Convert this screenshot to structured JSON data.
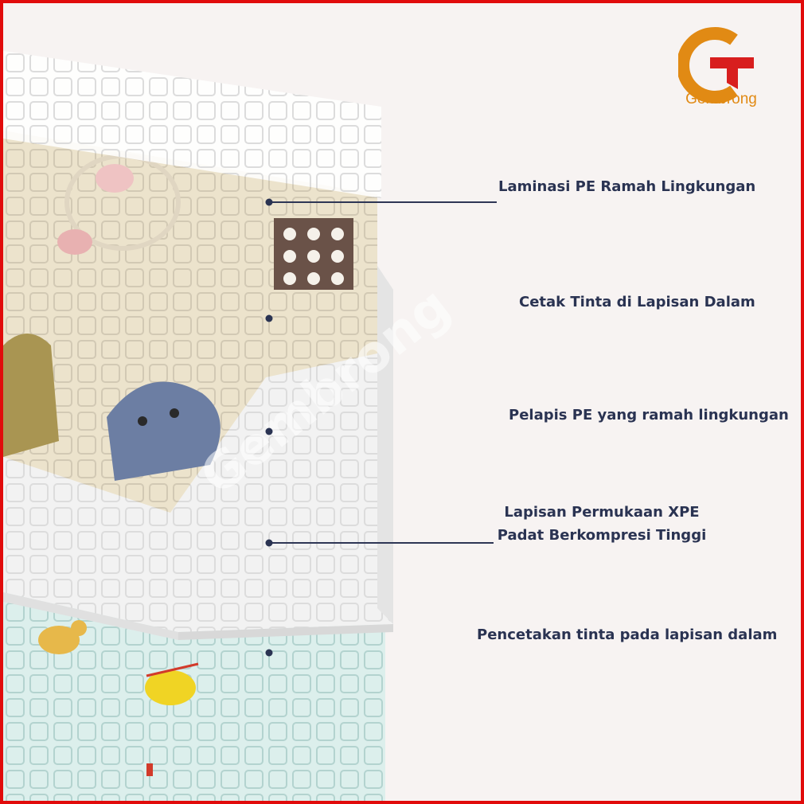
{
  "brand": {
    "name": "Gembrong",
    "color_primary": "#e18a14",
    "color_accent": "#d81e1e"
  },
  "watermark": "Gembrong",
  "layers": [
    {
      "label": "Laminasi PE Ramah Lingkungan"
    },
    {
      "label": "Cetak Tinta di Lapisan Dalam"
    },
    {
      "label": "Pelapis PE yang ramah lingkungan"
    },
    {
      "label": "Lapisan Permukaan XPE",
      "label_line2": "Padat Berkompresi Tinggi"
    },
    {
      "label": "Pencetakan tinta pada lapisan dalam"
    }
  ],
  "colors": {
    "frame": "#e10b0b",
    "background": "#f7f3f2",
    "label_text": "#2a3352",
    "leader_line": "#2e3655"
  },
  "icons": [
    "gembrong-logo",
    "layer-pointer-dot"
  ]
}
